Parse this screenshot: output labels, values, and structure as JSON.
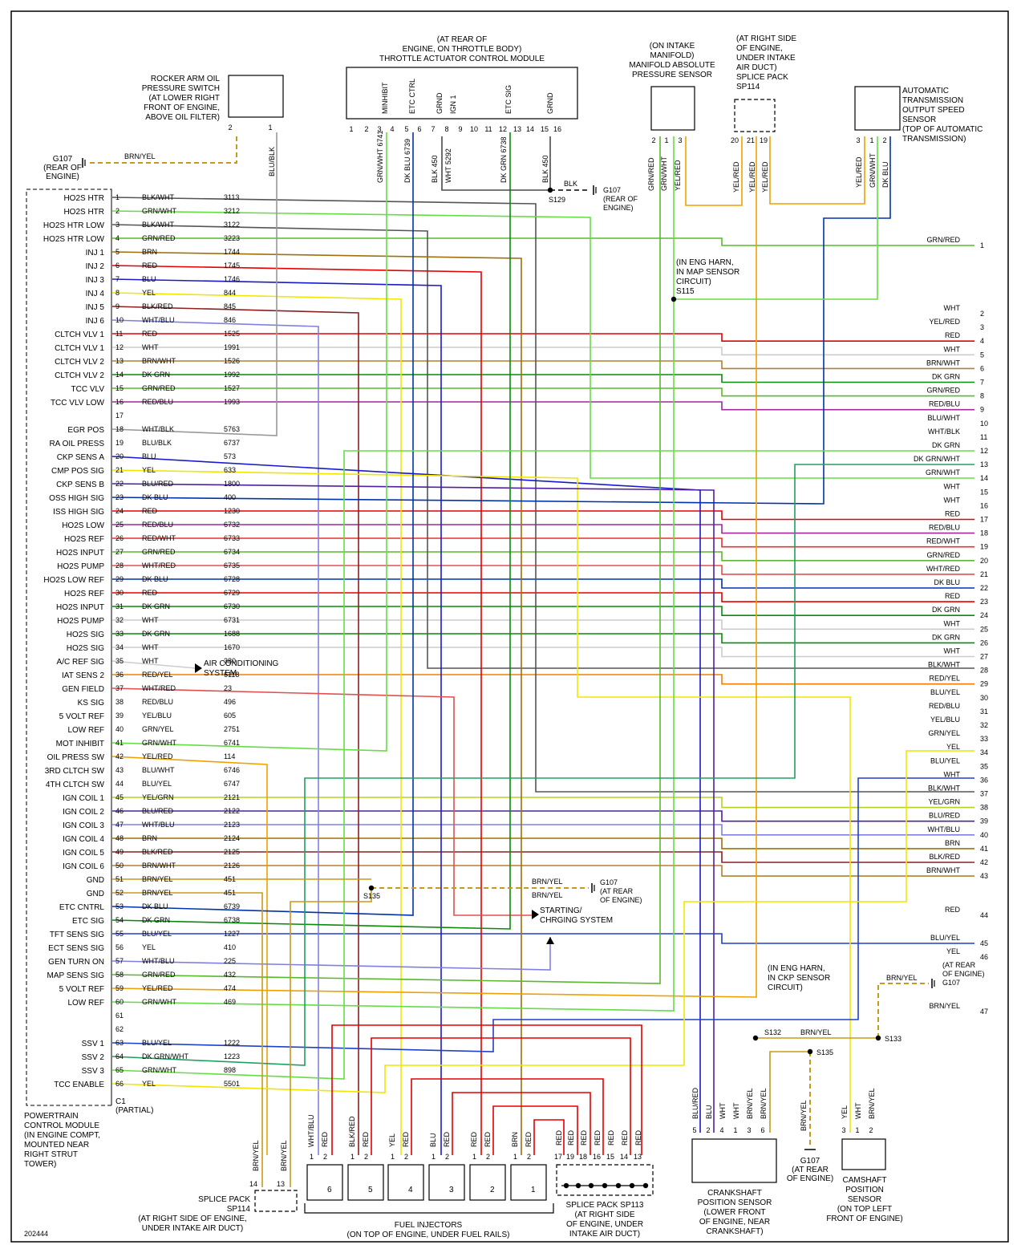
{
  "doc_id": "202444",
  "pcm": {
    "title_lines": [
      "POWERTRAIN",
      "CONTROL MODULE",
      "(IN ENGINE COMPT,",
      "MOUNTED NEAR",
      "RIGHT STRUT",
      "TOWER)"
    ],
    "conn_lines": [
      "C1",
      "(PARTIAL)"
    ]
  },
  "pins": [
    {
      "n": "1",
      "func": "HO2S HTR",
      "color": "BLK/WHT",
      "circuit": "3113"
    },
    {
      "n": "2",
      "func": "HO2S HTR",
      "color": "GRN/WHT",
      "circuit": "3212"
    },
    {
      "n": "3",
      "func": "HO2S HTR LOW",
      "color": "BLK/WHT",
      "circuit": "3122"
    },
    {
      "n": "4",
      "func": "HO2S HTR LOW",
      "color": "GRN/RED",
      "circuit": "3223"
    },
    {
      "n": "5",
      "func": "INJ 1",
      "color": "BRN",
      "circuit": "1744"
    },
    {
      "n": "6",
      "func": "INJ 2",
      "color": "RED",
      "circuit": "1745"
    },
    {
      "n": "7",
      "func": "INJ 3",
      "color": "BLU",
      "circuit": "1746"
    },
    {
      "n": "8",
      "func": "INJ 4",
      "color": "YEL",
      "circuit": "844"
    },
    {
      "n": "9",
      "func": "INJ 5",
      "color": "BLK/RED",
      "circuit": "845"
    },
    {
      "n": "10",
      "func": "INJ 6",
      "color": "WHT/BLU",
      "circuit": "846"
    },
    {
      "n": "11",
      "func": "CLTCH VLV 1",
      "color": "RED",
      "circuit": "1525"
    },
    {
      "n": "12",
      "func": "CLTCH VLV 1",
      "color": "WHT",
      "circuit": "1991"
    },
    {
      "n": "13",
      "func": "CLTCH VLV 2",
      "color": "BRN/WHT",
      "circuit": "1526"
    },
    {
      "n": "14",
      "func": "CLTCH VLV 2",
      "color": "DK GRN",
      "circuit": "1992"
    },
    {
      "n": "15",
      "func": "TCC VLV",
      "color": "GRN/RED",
      "circuit": "1527"
    },
    {
      "n": "16",
      "func": "TCC VLV LOW",
      "color": "RED/BLU",
      "circuit": "1993"
    },
    {
      "n": "17",
      "func": "",
      "color": "",
      "circuit": ""
    },
    {
      "n": "18",
      "func": "EGR POS",
      "color": "WHT/BLK",
      "circuit": "5763"
    },
    {
      "n": "19",
      "func": "RA OIL PRESS",
      "color": "BLU/BLK",
      "circuit": "6737"
    },
    {
      "n": "20",
      "func": "CKP SENS A",
      "color": "BLU",
      "circuit": "573"
    },
    {
      "n": "21",
      "func": "CMP POS SIG",
      "color": "YEL",
      "circuit": "633"
    },
    {
      "n": "22",
      "func": "CKP SENS B",
      "color": "BLU/RED",
      "circuit": "1800"
    },
    {
      "n": "23",
      "func": "OSS HIGH SIG",
      "color": "DK BLU",
      "circuit": "400"
    },
    {
      "n": "24",
      "func": "ISS HIGH SIG",
      "color": "RED",
      "circuit": "1230"
    },
    {
      "n": "25",
      "func": "HO2S LOW",
      "color": "RED/BLU",
      "circuit": "6732"
    },
    {
      "n": "26",
      "func": "HO2S REF",
      "color": "RED/WHT",
      "circuit": "6733"
    },
    {
      "n": "27",
      "func": "HO2S INPUT",
      "color": "GRN/RED",
      "circuit": "6734"
    },
    {
      "n": "28",
      "func": "HO2S PUMP",
      "color": "WHT/RED",
      "circuit": "6735"
    },
    {
      "n": "29",
      "func": "HO2S LOW REF",
      "color": "DK BLU",
      "circuit": "6728"
    },
    {
      "n": "30",
      "func": "HO2S REF",
      "color": "RED",
      "circuit": "6729"
    },
    {
      "n": "31",
      "func": "HO2S INPUT",
      "color": "DK GRN",
      "circuit": "6730"
    },
    {
      "n": "32",
      "func": "HO2S PUMP",
      "color": "WHT",
      "circuit": "6731"
    },
    {
      "n": "33",
      "func": "HO2S SIG",
      "color": "DK GRN",
      "circuit": "1688"
    },
    {
      "n": "34",
      "func": "HO2S SIG",
      "color": "WHT",
      "circuit": "1670"
    },
    {
      "n": "35",
      "func": "A/C REF SIG",
      "color": "WHT",
      "circuit": "380"
    },
    {
      "n": "36",
      "func": "IAT SENS 2",
      "color": "RED/YEL",
      "circuit": "6118"
    },
    {
      "n": "37",
      "func": "GEN FIELD",
      "color": "WHT/RED",
      "circuit": "23"
    },
    {
      "n": "38",
      "func": "KS SIG",
      "color": "RED/BLU",
      "circuit": "496"
    },
    {
      "n": "39",
      "func": "5 VOLT REF",
      "color": "YEL/BLU",
      "circuit": "605"
    },
    {
      "n": "40",
      "func": "LOW REF",
      "color": "GRN/YEL",
      "circuit": "2751"
    },
    {
      "n": "41",
      "func": "MOT INHIBIT",
      "color": "GRN/WHT",
      "circuit": "6741"
    },
    {
      "n": "42",
      "func": "OIL PRESS SW",
      "color": "YEL/RED",
      "circuit": "114"
    },
    {
      "n": "43",
      "func": "3RD CLTCH SW",
      "color": "BLU/WHT",
      "circuit": "6746"
    },
    {
      "n": "44",
      "func": "4TH CLTCH SW",
      "color": "BLU/YEL",
      "circuit": "6747"
    },
    {
      "n": "45",
      "func": "IGN COIL 1",
      "color": "YEL/GRN",
      "circuit": "2121"
    },
    {
      "n": "46",
      "func": "IGN COIL 2",
      "color": "BLU/RED",
      "circuit": "2122"
    },
    {
      "n": "47",
      "func": "IGN COIL 3",
      "color": "WHT/BLU",
      "circuit": "2123"
    },
    {
      "n": "48",
      "func": "IGN COIL 4",
      "color": "BRN",
      "circuit": "2124"
    },
    {
      "n": "49",
      "func": "IGN COIL 5",
      "color": "BLK/RED",
      "circuit": "2125"
    },
    {
      "n": "50",
      "func": "IGN COIL 6",
      "color": "BRN/WHT",
      "circuit": "2126"
    },
    {
      "n": "51",
      "func": "GND",
      "color": "BRN/YEL",
      "circuit": "451"
    },
    {
      "n": "52",
      "func": "GND",
      "color": "BRN/YEL",
      "circuit": "451"
    },
    {
      "n": "53",
      "func": "ETC CNTRL",
      "color": "DK BLU",
      "circuit": "6739"
    },
    {
      "n": "54",
      "func": "ETC SIG",
      "color": "DK GRN",
      "circuit": "6738"
    },
    {
      "n": "55",
      "func": "TFT SENS SIG",
      "color": "BLU/YEL",
      "circuit": "1227"
    },
    {
      "n": "56",
      "func": "ECT SENS SIG",
      "color": "YEL",
      "circuit": "410"
    },
    {
      "n": "57",
      "func": "GEN TURN ON",
      "color": "WHT/BLU",
      "circuit": "225"
    },
    {
      "n": "58",
      "func": "MAP SENS SIG",
      "color": "GRN/RED",
      "circuit": "432"
    },
    {
      "n": "59",
      "func": "5 VOLT REF",
      "color": "YEL/RED",
      "circuit": "474"
    },
    {
      "n": "60",
      "func": "LOW REF",
      "color": "GRN/WHT",
      "circuit": "469"
    },
    {
      "n": "61",
      "func": "",
      "color": "",
      "circuit": ""
    },
    {
      "n": "62",
      "func": "",
      "color": "",
      "circuit": ""
    },
    {
      "n": "63",
      "func": "SSV 1",
      "color": "BLU/YEL",
      "circuit": "1222"
    },
    {
      "n": "64",
      "func": "SSV 2",
      "color": "DK GRN/WHT",
      "circuit": "1223"
    },
    {
      "n": "65",
      "func": "SSV 3",
      "color": "GRN/WHT",
      "circuit": "898"
    },
    {
      "n": "66",
      "func": "TCC ENABLE",
      "color": "YEL",
      "circuit": "5501"
    }
  ],
  "right_connector": [
    {
      "pin": "1",
      "color": "GRN/RED"
    },
    {
      "pin": "2",
      "color": "WHT"
    },
    {
      "pin": "3",
      "color": "YEL/RED"
    },
    {
      "pin": "4",
      "color": "RED"
    },
    {
      "pin": "5",
      "color": "WHT"
    },
    {
      "pin": "6",
      "color": "BRN/WHT"
    },
    {
      "pin": "7",
      "color": "DK GRN"
    },
    {
      "pin": "8",
      "color": "GRN/RED"
    },
    {
      "pin": "9",
      "color": "RED/BLU"
    },
    {
      "pin": "10",
      "color": "BLU/WHT"
    },
    {
      "pin": "11",
      "color": "WHT/BLK"
    },
    {
      "pin": "12",
      "color": "DK GRN"
    },
    {
      "pin": "13",
      "color": "DK GRN/WHT"
    },
    {
      "pin": "14",
      "color": "GRN/WHT"
    },
    {
      "pin": "15",
      "color": "WHT"
    },
    {
      "pin": "16",
      "color": "WHT"
    },
    {
      "pin": "17",
      "color": "RED"
    },
    {
      "pin": "18",
      "color": "RED/BLU"
    },
    {
      "pin": "19",
      "color": "RED/WHT"
    },
    {
      "pin": "20",
      "color": "GRN/RED"
    },
    {
      "pin": "21",
      "color": "WHT/RED"
    },
    {
      "pin": "22",
      "color": "DK BLU"
    },
    {
      "pin": "23",
      "color": "RED"
    },
    {
      "pin": "24",
      "color": "DK GRN"
    },
    {
      "pin": "25",
      "color": "WHT"
    },
    {
      "pin": "26",
      "color": "DK GRN"
    },
    {
      "pin": "27",
      "color": "WHT"
    },
    {
      "pin": "28",
      "color": "BLK/WHT"
    },
    {
      "pin": "29",
      "color": "RED/YEL"
    },
    {
      "pin": "30",
      "color": "BLU/YEL"
    },
    {
      "pin": "31",
      "color": "RED/BLU"
    },
    {
      "pin": "32",
      "color": "YEL/BLU"
    },
    {
      "pin": "33",
      "color": "GRN/YEL"
    },
    {
      "pin": "34",
      "color": "YEL"
    },
    {
      "pin": "35",
      "color": "BLU/YEL"
    },
    {
      "pin": "36",
      "color": "WHT"
    },
    {
      "pin": "37",
      "color": "BLK/WHT"
    },
    {
      "pin": "38",
      "color": "YEL/GRN"
    },
    {
      "pin": "39",
      "color": "BLU/RED"
    },
    {
      "pin": "40",
      "color": "WHT/BLU"
    },
    {
      "pin": "41",
      "color": "BRN"
    },
    {
      "pin": "42",
      "color": "BLK/RED"
    },
    {
      "pin": "43",
      "color": "BRN/WHT"
    },
    {
      "pin": "44",
      "color": "RED"
    },
    {
      "pin": "45",
      "color": "BLU/YEL"
    },
    {
      "pin": "46",
      "color": "YEL"
    },
    {
      "pin": "47",
      "color": "BRN/YEL"
    }
  ],
  "tac": {
    "title_lines": [
      "(AT REAR OF",
      "ENGINE, ON THROTTLE BODY)",
      "THROTTLE ACTUATOR CONTROL MODULE"
    ],
    "internal_labels": [
      "MINHIBIT",
      "ETC CTRL",
      "GRND",
      "IGN 1",
      "ETC SIG",
      "GRND"
    ],
    "pin_numbers": [
      "1",
      "2",
      "3",
      "4",
      "5",
      "6",
      "7",
      "8",
      "9",
      "10",
      "11",
      "12",
      "13",
      "14",
      "15",
      "16"
    ],
    "wires": [
      "GRN/WHT 6741",
      "DK BLU 6739",
      "BLK 450",
      "WHT 5292",
      "DK GRN 6738",
      "BLK 450"
    ],
    "splice": "S129",
    "splice_wire": "BLK",
    "ground": [
      "G107",
      "(REAR OF",
      "ENGINE)"
    ]
  },
  "rocker": {
    "title_lines": [
      "ROCKER ARM OIL",
      "PRESSURE SWITCH",
      "(AT LOWER RIGHT",
      "FRONT OF ENGINE,",
      "ABOVE OIL FILTER)"
    ],
    "pins": [
      "2",
      "1"
    ],
    "wire1": "BLU/BLK",
    "wire2": "BRN/YEL",
    "ground": [
      "G107",
      "(REAR OF",
      "ENGINE)"
    ]
  },
  "map": {
    "title_lines": [
      "(ON INTAKE",
      "MANIFOLD)",
      "MANIFOLD ABSOLUTE",
      "PRESSURE SENSOR"
    ],
    "pins": [
      "2",
      "1",
      "3"
    ],
    "wires": [
      "GRN/RED",
      "GRN/WHT",
      "YEL/RED"
    ],
    "splice_lines": [
      "(IN ENG HARN,",
      "IN MAP SENSOR",
      "CIRCUIT)",
      "S115"
    ]
  },
  "sp114_top": {
    "title_lines": [
      "(AT RIGHT SIDE",
      "OF ENGINE,",
      "UNDER INTAKE",
      "AIR DUCT)",
      "SPLICE PACK",
      "SP114"
    ],
    "pins": [
      "20",
      "21",
      "19"
    ],
    "wires": [
      "YEL/RED",
      "YEL/RED",
      "YEL/RED"
    ]
  },
  "oss": {
    "title_lines": [
      "AUTOMATIC",
      "TRANSMISSION",
      "OUTPUT SPEED",
      "SENSOR",
      "(TOP OF AUTOMATIC",
      "TRANSMISSION)"
    ],
    "pins": [
      "3",
      "1",
      "2"
    ],
    "wires": [
      "YEL/RED",
      "GRN/WHT",
      "DK BLU"
    ]
  },
  "misc": {
    "ac_lines": [
      "AIR CONDITIONING",
      "SYSTEM"
    ],
    "charging_lines": [
      "STARTING/",
      "CHRGING SYSTEM"
    ],
    "s135_mid": "S135",
    "g107_mid": [
      "G107",
      "(AT REAR",
      "OF ENGINE)"
    ],
    "brn_yel": "BRN/YEL",
    "g107_right": [
      "(AT REAR",
      "OF ENGINE)",
      "G107"
    ]
  },
  "ckp": {
    "title_lines": [
      "CRANKSHAFT",
      "POSITION SENSOR",
      "(LOWER FRONT",
      "OF ENGINE, NEAR",
      "CRANKSHAFT)"
    ],
    "pins": [
      "5",
      "2",
      "4",
      "1",
      "3",
      "6"
    ],
    "wires": [
      "BLU/RED",
      "BLU",
      "WHT",
      "WHT",
      "BRN/YEL",
      "BRN/YEL"
    ],
    "splice_lines": [
      "(IN ENG HARN,",
      "IN CKP SENSOR",
      "CIRCUIT)"
    ],
    "s132": "S132",
    "s133": "S133",
    "s135": "S135",
    "ground": [
      "G107",
      "(AT REAR",
      "OF ENGINE)"
    ]
  },
  "cmp": {
    "title_lines": [
      "CAMSHAFT",
      "POSITION",
      "SENSOR",
      "(ON TOP LEFT",
      "FRONT OF ENGINE)"
    ],
    "pins": [
      "3",
      "1",
      "2"
    ],
    "wires": [
      "YEL",
      "WHT",
      "BRN/YEL"
    ]
  },
  "injectors": {
    "title_lines": [
      "FUEL INJECTORS",
      "(ON TOP OF ENGINE, UNDER FUEL RAILS)"
    ],
    "items": [
      {
        "num": "6",
        "wires": [
          "WHT/BLU",
          "RED"
        ]
      },
      {
        "num": "5",
        "wires": [
          "BLK/RED",
          "RED"
        ]
      },
      {
        "num": "4",
        "wires": [
          "YEL",
          "RED"
        ]
      },
      {
        "num": "3",
        "wires": [
          "BLU",
          "RED"
        ]
      },
      {
        "num": "2",
        "wires": [
          "RED",
          "RED"
        ]
      },
      {
        "num": "1",
        "wires": [
          "BRN",
          "RED"
        ]
      }
    ],
    "pin_labels": [
      "1",
      "2"
    ]
  },
  "sp113": {
    "title_lines": [
      "SPLICE PACK SP113",
      "(AT RIGHT SIDE",
      "OF ENGINE, UNDER",
      "INTAKE AIR DUCT)"
    ],
    "pins": [
      "17",
      "19",
      "18",
      "16",
      "15",
      "14",
      "13"
    ],
    "wire": "RED"
  },
  "sp114_bottom": {
    "title_lines": [
      "SPLICE PACK",
      "SP114",
      "(AT RIGHT SIDE OF ENGINE,",
      "UNDER INTAKE AIR DUCT)"
    ],
    "pins": [
      "14",
      "13"
    ],
    "wires": [
      "BRN/YEL",
      "BRN/YEL"
    ]
  },
  "colors": {
    "BLK": "#4a4a4a",
    "WHT": "#cccccc",
    "RED": "#e60000",
    "BLU": "#1a1acc",
    "DK BLU": "#0033aa",
    "GRN": "#1aa01a",
    "DK GRN": "#0a8a0a",
    "LT GRN": "#66dd44",
    "YEL": "#f2e600",
    "BRN": "#a0700a",
    "ORN": "#f08c00",
    "VIO": "#8a2ab0",
    "GRN/RED": "#5ab82e",
    "GRN/WHT": "#66dd44",
    "YEL/RED": "#f0a000",
    "BRN/YEL": "#c89a1a",
    "BLU/WHT": "#3050d0",
    "RED/BLU": "#a02898",
    "RED/WHT": "#e83030",
    "WHT/RED": "#e05050",
    "RED/YEL": "#f08000",
    "BLU/YEL": "#2040c8",
    "BLK/WHT": "#555555",
    "BLK/RED": "#8a2020",
    "WHT/BLU": "#8080e0",
    "WHT/BLK": "#999999",
    "BRN/WHT": "#b08030",
    "YEL/BLU": "#7090a0",
    "GRN/YEL": "#88cc22",
    "YEL/GRN": "#b8d020",
    "BLU/RED": "#5020a0",
    "BLU/BLK": "#2020a0",
    "DK GRN/WHT": "#20a060"
  }
}
